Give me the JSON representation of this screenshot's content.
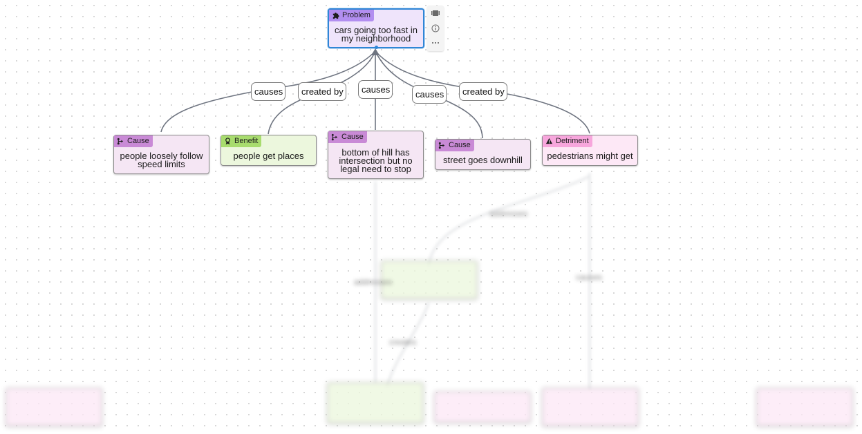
{
  "problem": {
    "tag": "Problem",
    "text": "cars going too fast in my neighborhood"
  },
  "nodes": {
    "cause1": {
      "tag": "Cause",
      "text": "people loosely follow speed limits"
    },
    "benefit1": {
      "tag": "Benefit",
      "text": "people get places"
    },
    "cause2": {
      "tag": "Cause",
      "text": "bottom of hill has intersection but no legal need to stop"
    },
    "cause3": {
      "tag": "Cause",
      "text": "street goes downhill"
    },
    "detriment1": {
      "tag": "Detriment",
      "text": "pedestrians might get"
    }
  },
  "edge_labels": [
    "causes",
    "created by",
    "causes",
    "causes",
    "created by"
  ],
  "colors": {
    "problem": "#b28ef0",
    "cause": "#c98ad6",
    "benefit": "#a8dc6e",
    "detriment": "#f7a6dc",
    "selection": "#2f86d6",
    "edge": "#6e7480"
  },
  "toolbar_icons": [
    "film-strip-icon",
    "info-icon",
    "more-icon"
  ]
}
